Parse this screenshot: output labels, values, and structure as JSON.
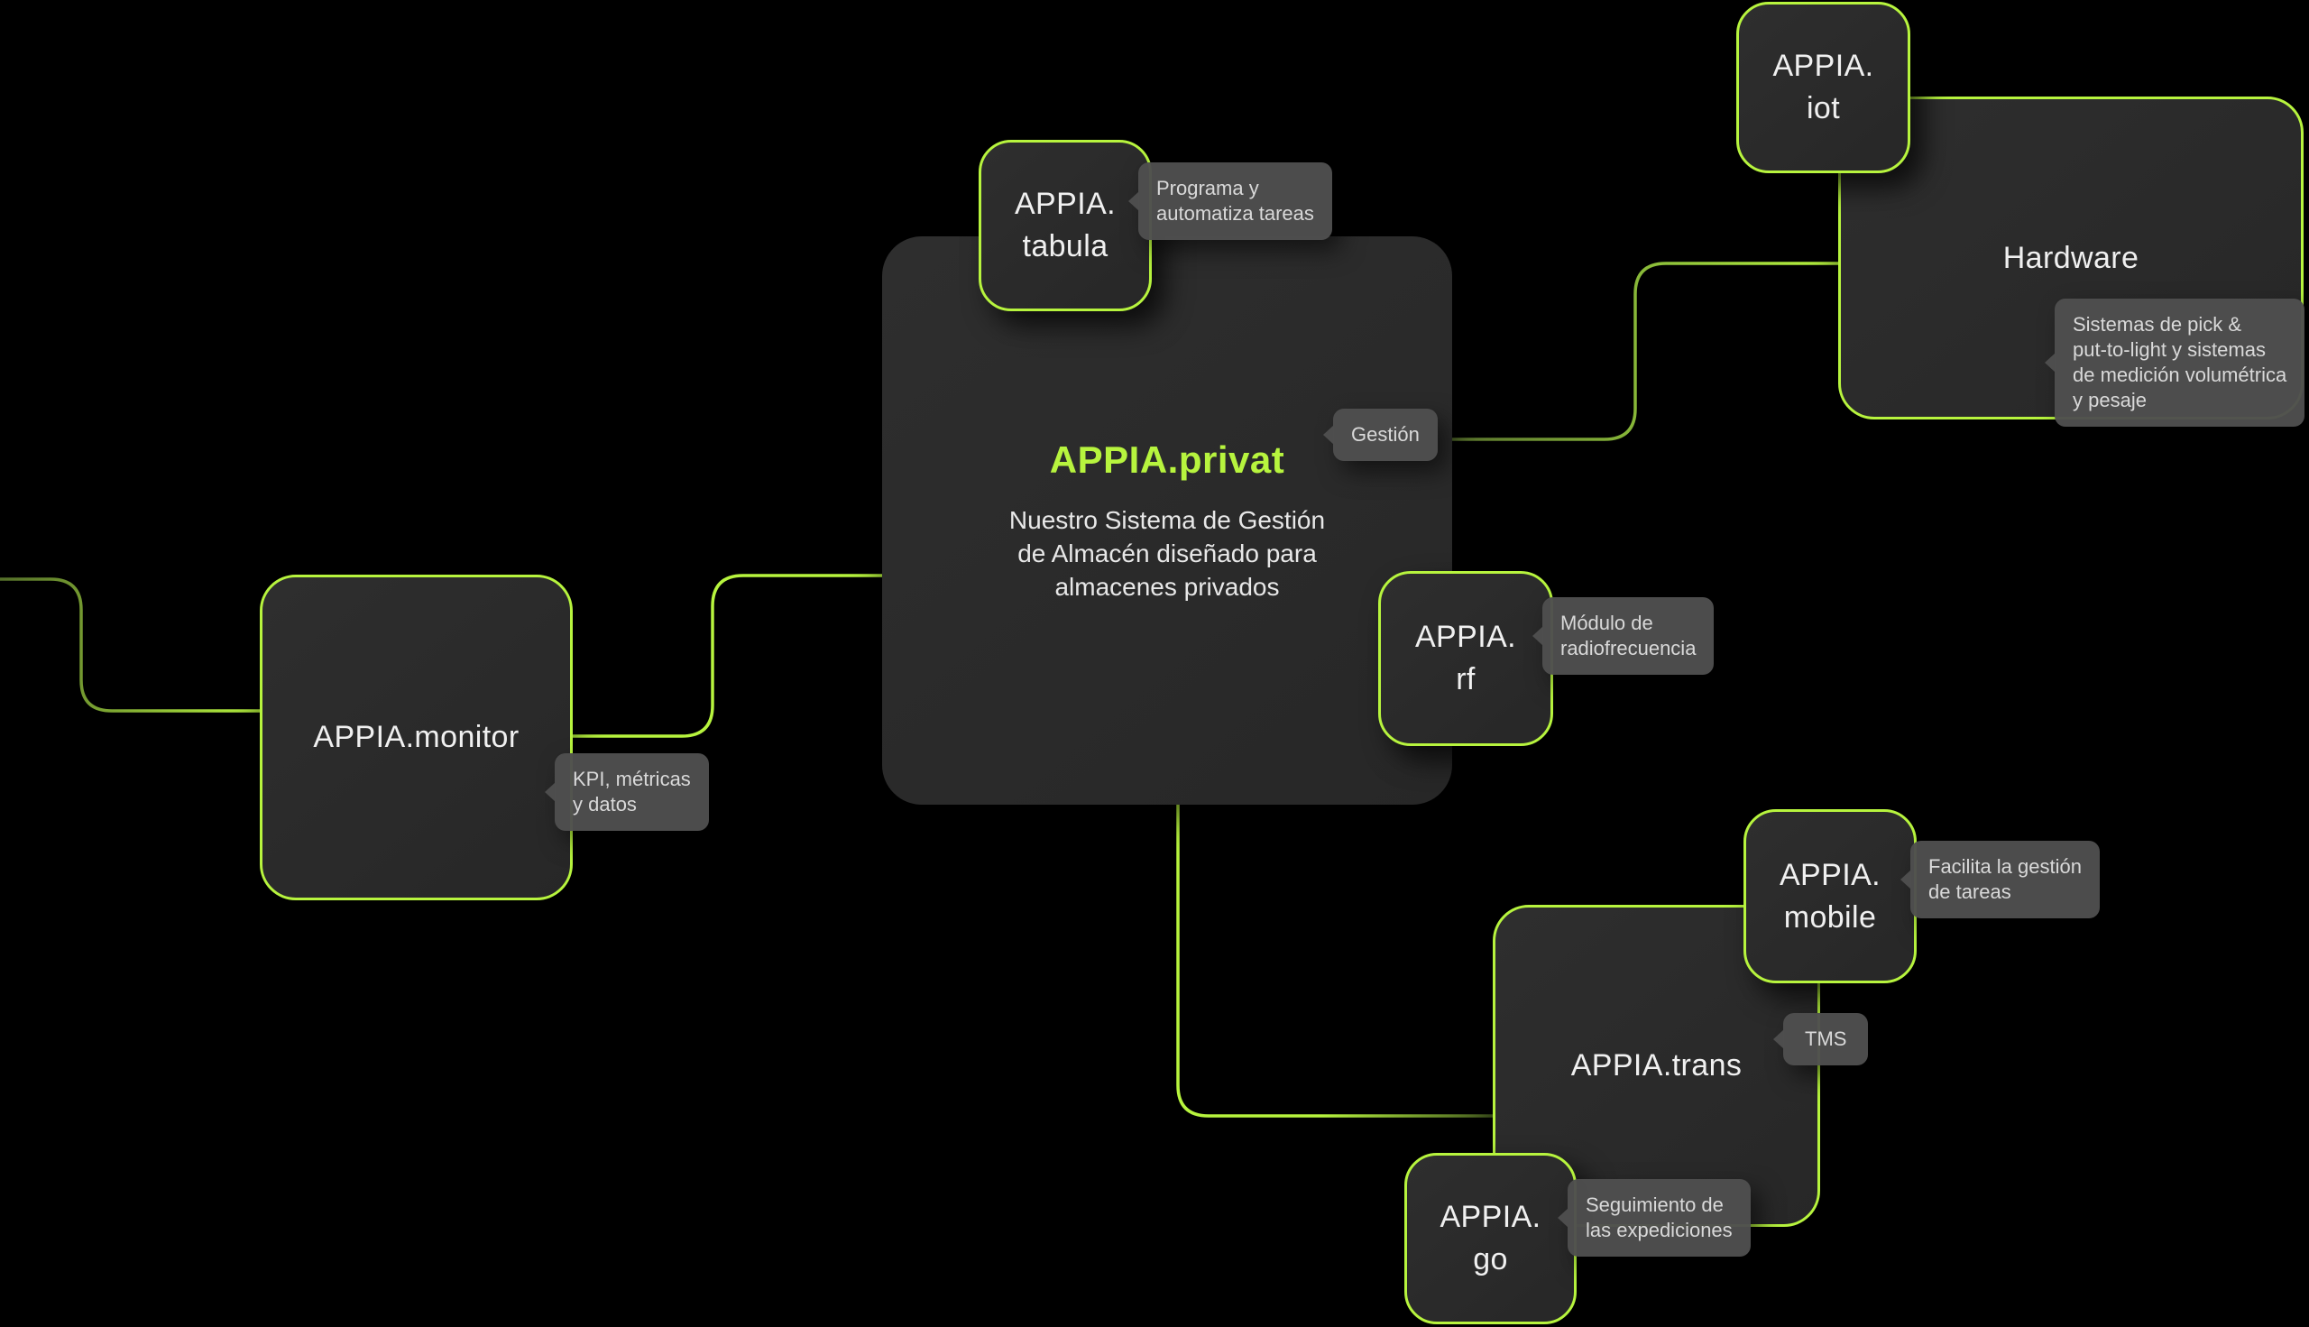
{
  "page": {
    "background": "#000000",
    "type": "product-architecture-diagram"
  },
  "colors": {
    "accent": "#b7f43e",
    "accent_dark": "#55702a",
    "box_fill": "#2b2b2b",
    "tooltip_bg": "#4e4e4e",
    "label_text": "#f0f0f0",
    "tooltip_text": "#d9d9d9"
  },
  "nodes": {
    "privat": {
      "title": "APPIA.privat",
      "subtitle_lines": [
        "Nuestro Sistema de Gestión",
        "de Almacén diseñado para",
        "almacenes privados"
      ]
    },
    "tabula": {
      "line1": "APPIA.",
      "line2": "tabula"
    },
    "iot": {
      "line1": "APPIA.",
      "line2": "iot"
    },
    "hardware": {
      "label": "Hardware"
    },
    "monitor": {
      "label": "APPIA.monitor"
    },
    "rf": {
      "line1": "APPIA.",
      "line2": "rf"
    },
    "trans": {
      "label": "APPIA.trans"
    },
    "mobile": {
      "line1": "APPIA.",
      "line2": "mobile"
    },
    "go": {
      "line1": "APPIA.",
      "line2": "go"
    }
  },
  "tooltips": {
    "tabula": {
      "lines": [
        "Programa y",
        "automatiza tareas"
      ]
    },
    "hardware": {
      "lines": [
        "Sistemas de pick &",
        "put-to-light y sistemas",
        "de medición volumétrica",
        "y pesaje"
      ]
    },
    "gestion": {
      "lines": [
        "Gestión"
      ]
    },
    "rf": {
      "lines": [
        "Módulo de",
        "radiofrecuencia"
      ]
    },
    "monitor": {
      "lines": [
        "KPI, métricas",
        "y datos"
      ]
    },
    "mobile": {
      "lines": [
        "Facilita la gestión",
        "de tareas"
      ]
    },
    "tms": {
      "lines": [
        "TMS"
      ]
    },
    "go": {
      "lines": [
        "Seguimiento de",
        "las expediciones"
      ]
    }
  }
}
